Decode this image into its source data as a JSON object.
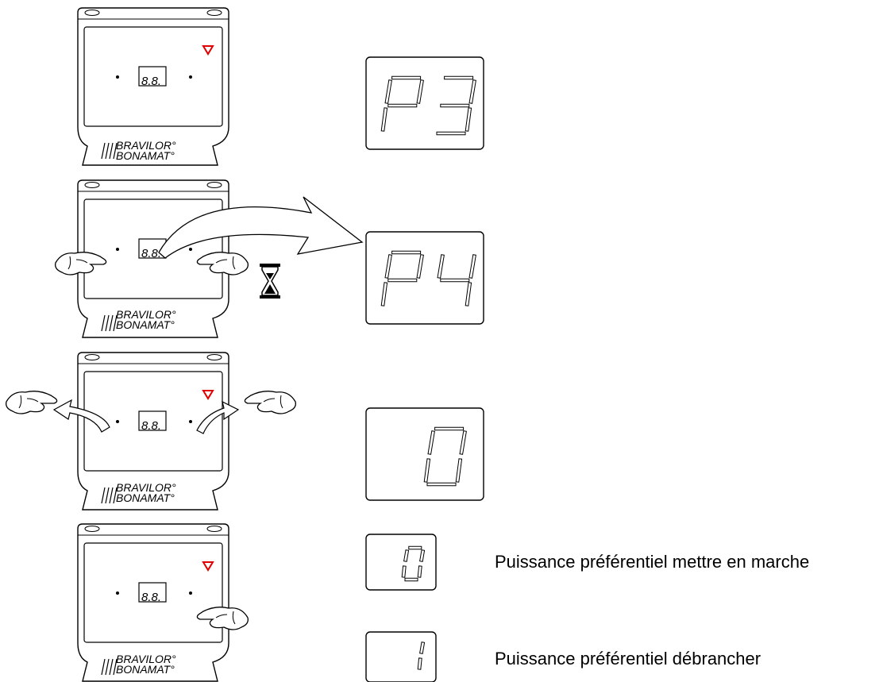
{
  "brand": {
    "line1": "BRAVILOR°",
    "line2": "BONAMAT°"
  },
  "device": {
    "mini_display_text": "8.8."
  },
  "displays": [
    {
      "id": "p3",
      "digits": [
        "P",
        "3"
      ]
    },
    {
      "id": "p4",
      "digits": [
        "P",
        "4"
      ]
    },
    {
      "id": "zero-large",
      "digits": [
        "0"
      ]
    },
    {
      "id": "zero-small",
      "digits": [
        "0"
      ]
    },
    {
      "id": "one-small",
      "digits": [
        "1"
      ]
    }
  ],
  "captions": {
    "on": "Puissance préférentiel mettre en marche",
    "off": "Puissance préférentiel débrancher"
  },
  "colors": {
    "accent": "#e00000",
    "line": "#000000"
  },
  "icons": {
    "indicator": "warning-triangle-icon",
    "timer": "hourglass-icon",
    "hand": "pointing-hand-icon"
  }
}
